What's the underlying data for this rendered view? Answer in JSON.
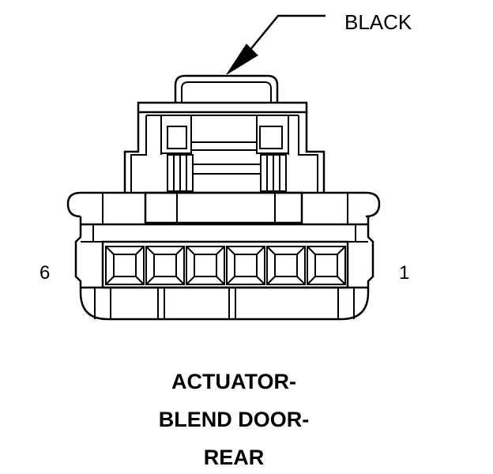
{
  "callout": {
    "color_label": "BLACK"
  },
  "pins": {
    "left": "6",
    "right": "1"
  },
  "caption": {
    "line1": "ACTUATOR-",
    "line2": "BLEND DOOR-",
    "line3": "REAR"
  },
  "colors": {
    "ink": "#000000",
    "background": "#ffffff"
  },
  "icons": {
    "pointer": "arrow-pointer-icon",
    "connector": "connector-face-icon"
  }
}
